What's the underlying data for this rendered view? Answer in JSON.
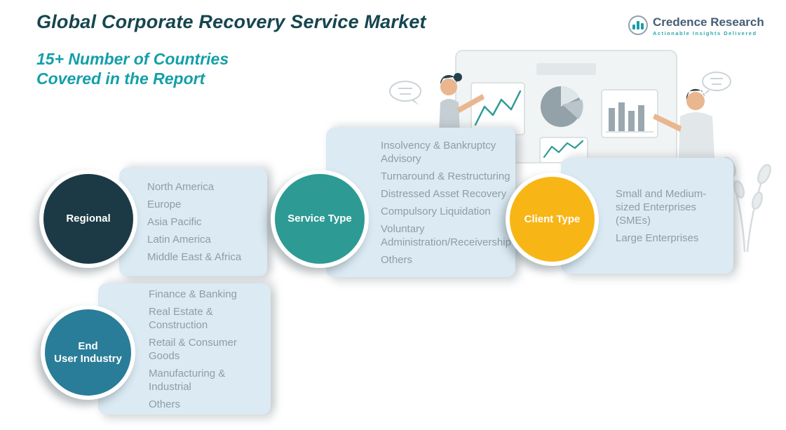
{
  "header": {
    "title": "Global Corporate Recovery Service Market",
    "subtitle_line1": "15+ Number of Countries",
    "subtitle_line2": "Covered in the Report"
  },
  "logo": {
    "name": "Credence Research",
    "tagline": "Actionable Insights Delivered"
  },
  "colors": {
    "title": "#16454f",
    "subtitle": "#139fa8",
    "regional_badge": "#1c3a46",
    "service_type_badge": "#2d9a94",
    "client_type_badge": "#f8b516",
    "end_user_badge": "#2a7d98",
    "panel_background": "#dbeaf3",
    "panel_text": "#8e9da6",
    "illustration_accent": "#2e9b94"
  },
  "illustration": {
    "elements": [
      "presentation-screen",
      "line-chart",
      "pie-chart",
      "bar-chart",
      "trend-zigzag",
      "speech-bubble-left",
      "speech-bubble-right",
      "presenter-left",
      "presenter-right",
      "plant"
    ]
  },
  "groups": [
    {
      "label": "Regional",
      "items": [
        "North America",
        "Europe",
        "Asia Pacific",
        "Latin America",
        "Middle East & Africa"
      ]
    },
    {
      "label": "Service Type",
      "items": [
        "Insolvency & Bankruptcy Advisory",
        "Turnaround & Restructuring",
        "Distressed Asset Recovery",
        "Compulsory Liquidation",
        "Voluntary Administration/Receivership",
        "Others"
      ]
    },
    {
      "label": "Client Type",
      "items": [
        "Small and Medium-sized Enterprises (SMEs)",
        "Large Enterprises"
      ]
    },
    {
      "label": "End User Industry",
      "label_lines": [
        "End",
        "User Industry"
      ],
      "items": [
        "Finance & Banking",
        "Real Estate & Construction",
        "Retail & Consumer Goods",
        "Manufacturing & Industrial",
        "Others"
      ]
    }
  ]
}
